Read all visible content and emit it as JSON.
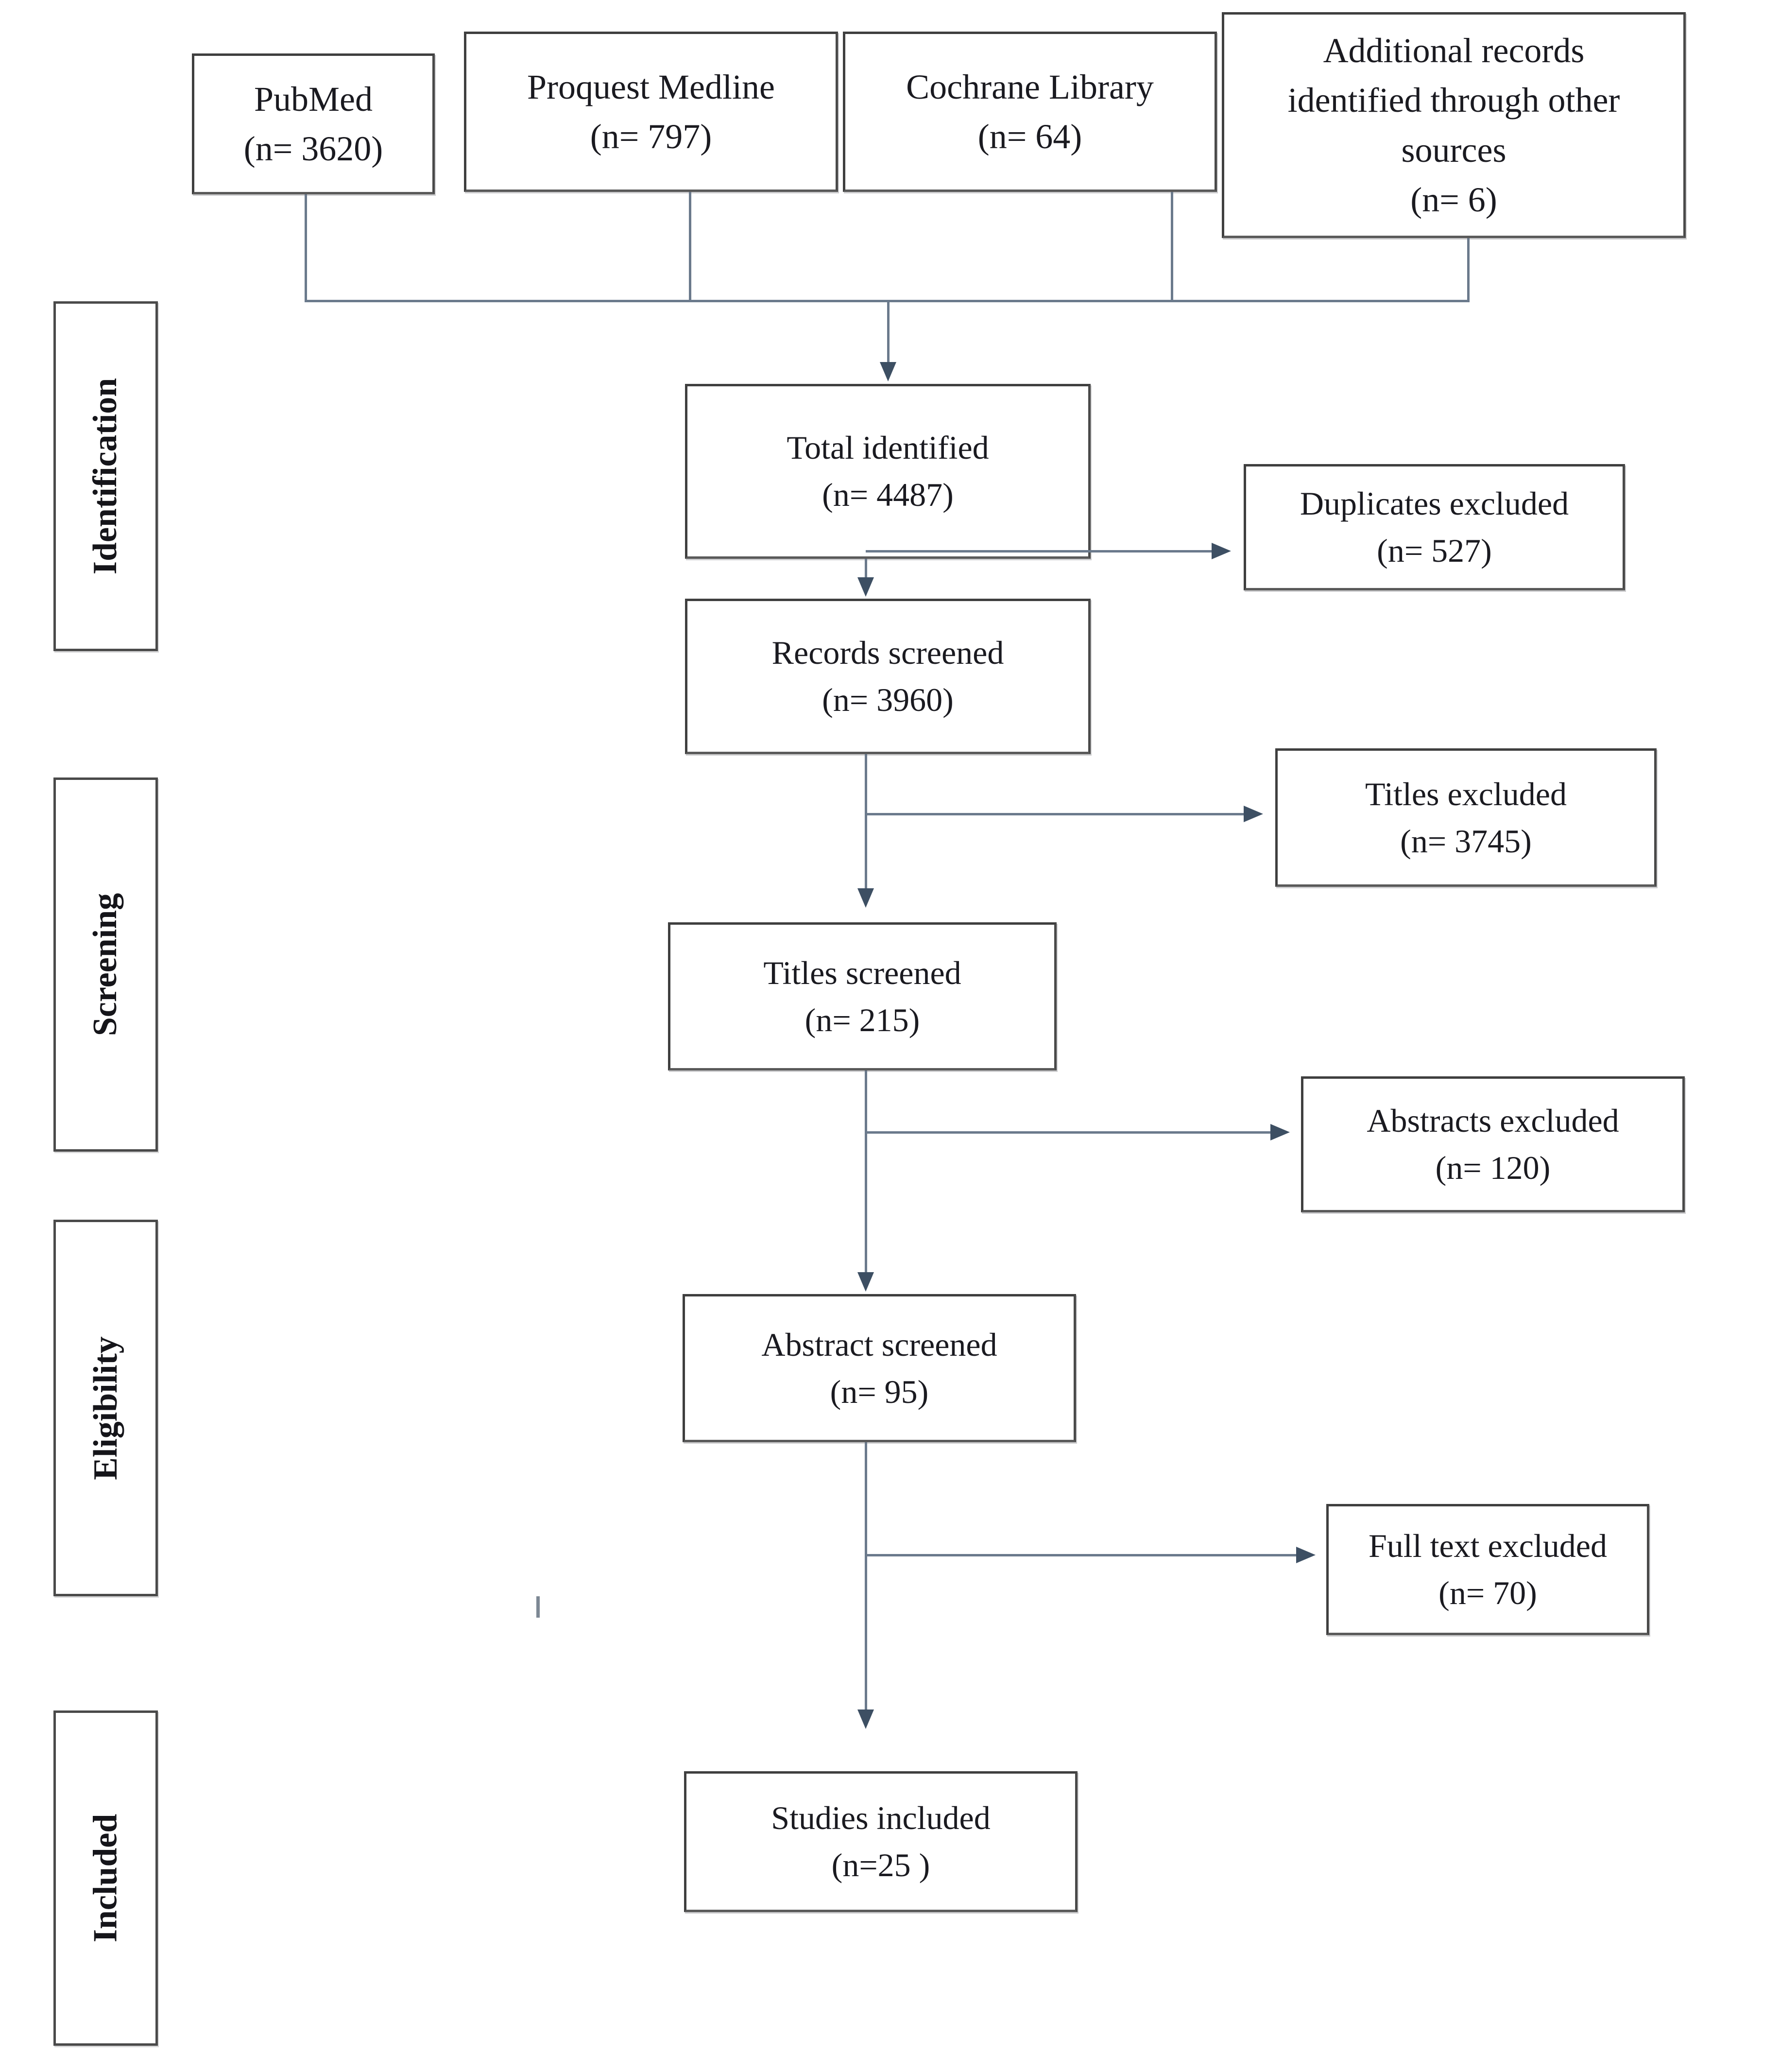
{
  "diagram": {
    "title": "PRISMA study selection flow diagram",
    "line_color": "#6b7a8c",
    "arrow_color": "#3d4f63",
    "box_border_color": "#3f3f3f",
    "text_color": "#1a1a20"
  },
  "phases": [
    {
      "label": "Identification"
    },
    {
      "label": "Screening"
    },
    {
      "label": "Eligibility"
    },
    {
      "label": "Included"
    }
  ],
  "sources": [
    {
      "name": "PubMed",
      "count": "(n= 3620)"
    },
    {
      "name": "Proquest Medline",
      "count": "(n= 797)"
    },
    {
      "name": "Cochrane Library",
      "count": "(n= 64)"
    },
    {
      "name": "Additional records",
      "name2": "identified through other",
      "name3": "sources",
      "count": "(n= 6)"
    }
  ],
  "flow": [
    {
      "label": "Total identified",
      "count": "(n= 4487)"
    },
    {
      "label": "Records screened",
      "count": "(n= 3960)"
    },
    {
      "label": "Titles screened",
      "count": "(n= 215)"
    },
    {
      "label": "Abstract screened",
      "count": "(n= 95)"
    },
    {
      "label": "Studies included",
      "count": "(n=25 )"
    }
  ],
  "exclusions": [
    {
      "label": "Duplicates excluded",
      "count": "(n= 527)"
    },
    {
      "label": "Titles excluded",
      "count": "(n= 3745)"
    },
    {
      "label": "Abstracts excluded",
      "count": "(n= 120)"
    },
    {
      "label": "Full text excluded",
      "count": "(n= 70)"
    }
  ],
  "chart_data": {
    "type": "flowchart",
    "title": "PRISMA study selection flow diagram",
    "phases": [
      "Identification",
      "Screening",
      "Eligibility",
      "Included"
    ],
    "nodes": [
      {
        "id": "pubmed",
        "label": "PubMed",
        "n": 3620,
        "phase": "Identification",
        "kind": "source"
      },
      {
        "id": "proquest",
        "label": "Proquest Medline",
        "n": 797,
        "phase": "Identification",
        "kind": "source"
      },
      {
        "id": "cochrane",
        "label": "Cochrane Library",
        "n": 64,
        "phase": "Identification",
        "kind": "source"
      },
      {
        "id": "additional",
        "label": "Additional records identified through other sources",
        "n": 6,
        "phase": "Identification",
        "kind": "source"
      },
      {
        "id": "total",
        "label": "Total identified",
        "n": 4487,
        "phase": "Identification",
        "kind": "flow"
      },
      {
        "id": "records",
        "label": "Records screened",
        "n": 3960,
        "phase": "Screening",
        "kind": "flow"
      },
      {
        "id": "titles",
        "label": "Titles screened",
        "n": 215,
        "phase": "Screening",
        "kind": "flow"
      },
      {
        "id": "abstract",
        "label": "Abstract screened",
        "n": 95,
        "phase": "Eligibility",
        "kind": "flow"
      },
      {
        "id": "included",
        "label": "Studies included",
        "n": 25,
        "phase": "Included",
        "kind": "flow"
      },
      {
        "id": "dup_excl",
        "label": "Duplicates excluded",
        "n": 527,
        "phase": "Identification",
        "kind": "exclusion"
      },
      {
        "id": "titles_excl",
        "label": "Titles excluded",
        "n": 3745,
        "phase": "Screening",
        "kind": "exclusion"
      },
      {
        "id": "abs_excl",
        "label": "Abstracts excluded",
        "n": 120,
        "phase": "Screening",
        "kind": "exclusion"
      },
      {
        "id": "full_excl",
        "label": "Full text excluded",
        "n": 70,
        "phase": "Eligibility",
        "kind": "exclusion"
      }
    ],
    "edges": [
      {
        "from": "pubmed",
        "to": "total"
      },
      {
        "from": "proquest",
        "to": "total"
      },
      {
        "from": "cochrane",
        "to": "total"
      },
      {
        "from": "additional",
        "to": "total"
      },
      {
        "from": "total",
        "to": "records"
      },
      {
        "from": "total",
        "to": "dup_excl"
      },
      {
        "from": "records",
        "to": "titles"
      },
      {
        "from": "records",
        "to": "titles_excl"
      },
      {
        "from": "titles",
        "to": "abstract"
      },
      {
        "from": "titles",
        "to": "abs_excl"
      },
      {
        "from": "abstract",
        "to": "included"
      },
      {
        "from": "abstract",
        "to": "full_excl"
      }
    ]
  }
}
